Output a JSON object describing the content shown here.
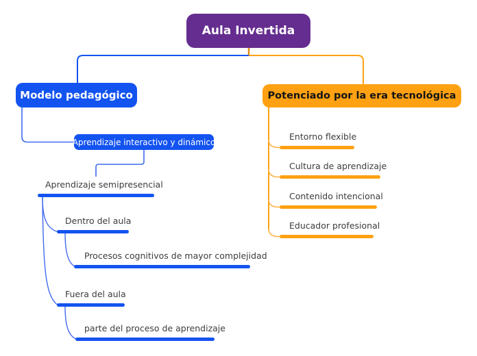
{
  "root": {
    "label": "Aula Invertida"
  },
  "left": {
    "label": "Modelo pedagógico",
    "sub_box": {
      "label": "Aprendizaje interactivo y dinámico"
    },
    "nodes": [
      {
        "label": "Aprendizaje semipresencial"
      },
      {
        "label": "Dentro del aula"
      },
      {
        "label": "Procesos cognitivos de mayor complejidad"
      },
      {
        "label": "Fuera del aula"
      },
      {
        "label": "parte del proceso de aprendizaje"
      }
    ]
  },
  "right": {
    "label": "Potenciado por la era tecnológica",
    "nodes": [
      {
        "label": "Entorno flexible"
      },
      {
        "label": "Cultura de aprendizaje"
      },
      {
        "label": "Contenido intencional"
      },
      {
        "label": "Educador profesional"
      }
    ]
  },
  "colors": {
    "root_fill": "#652D90",
    "blue_fill": "#1353F0",
    "orange_fill": "#FFA112",
    "blue_connector": "#3F6AEE",
    "orange_connector": "#FFB44A",
    "root_stub": "#DD8E12",
    "topic_text": "#3C3C3C"
  }
}
